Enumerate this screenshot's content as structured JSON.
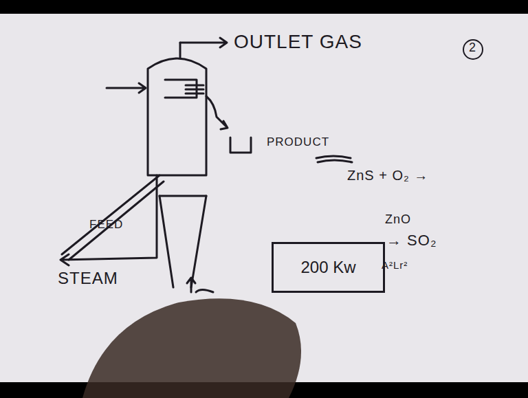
{
  "diagram": {
    "nodes": [
      {
        "text": [
          "200 Kw"
        ]
      }
    ],
    "edges": [],
    "labels": [
      "OUTLET GAS",
      "PRODUCT",
      "FEED",
      "STEAM",
      "ZnS + O₂ →",
      "ZnO",
      "→ SO₂",
      "A²Lr²",
      "2"
    ]
  }
}
